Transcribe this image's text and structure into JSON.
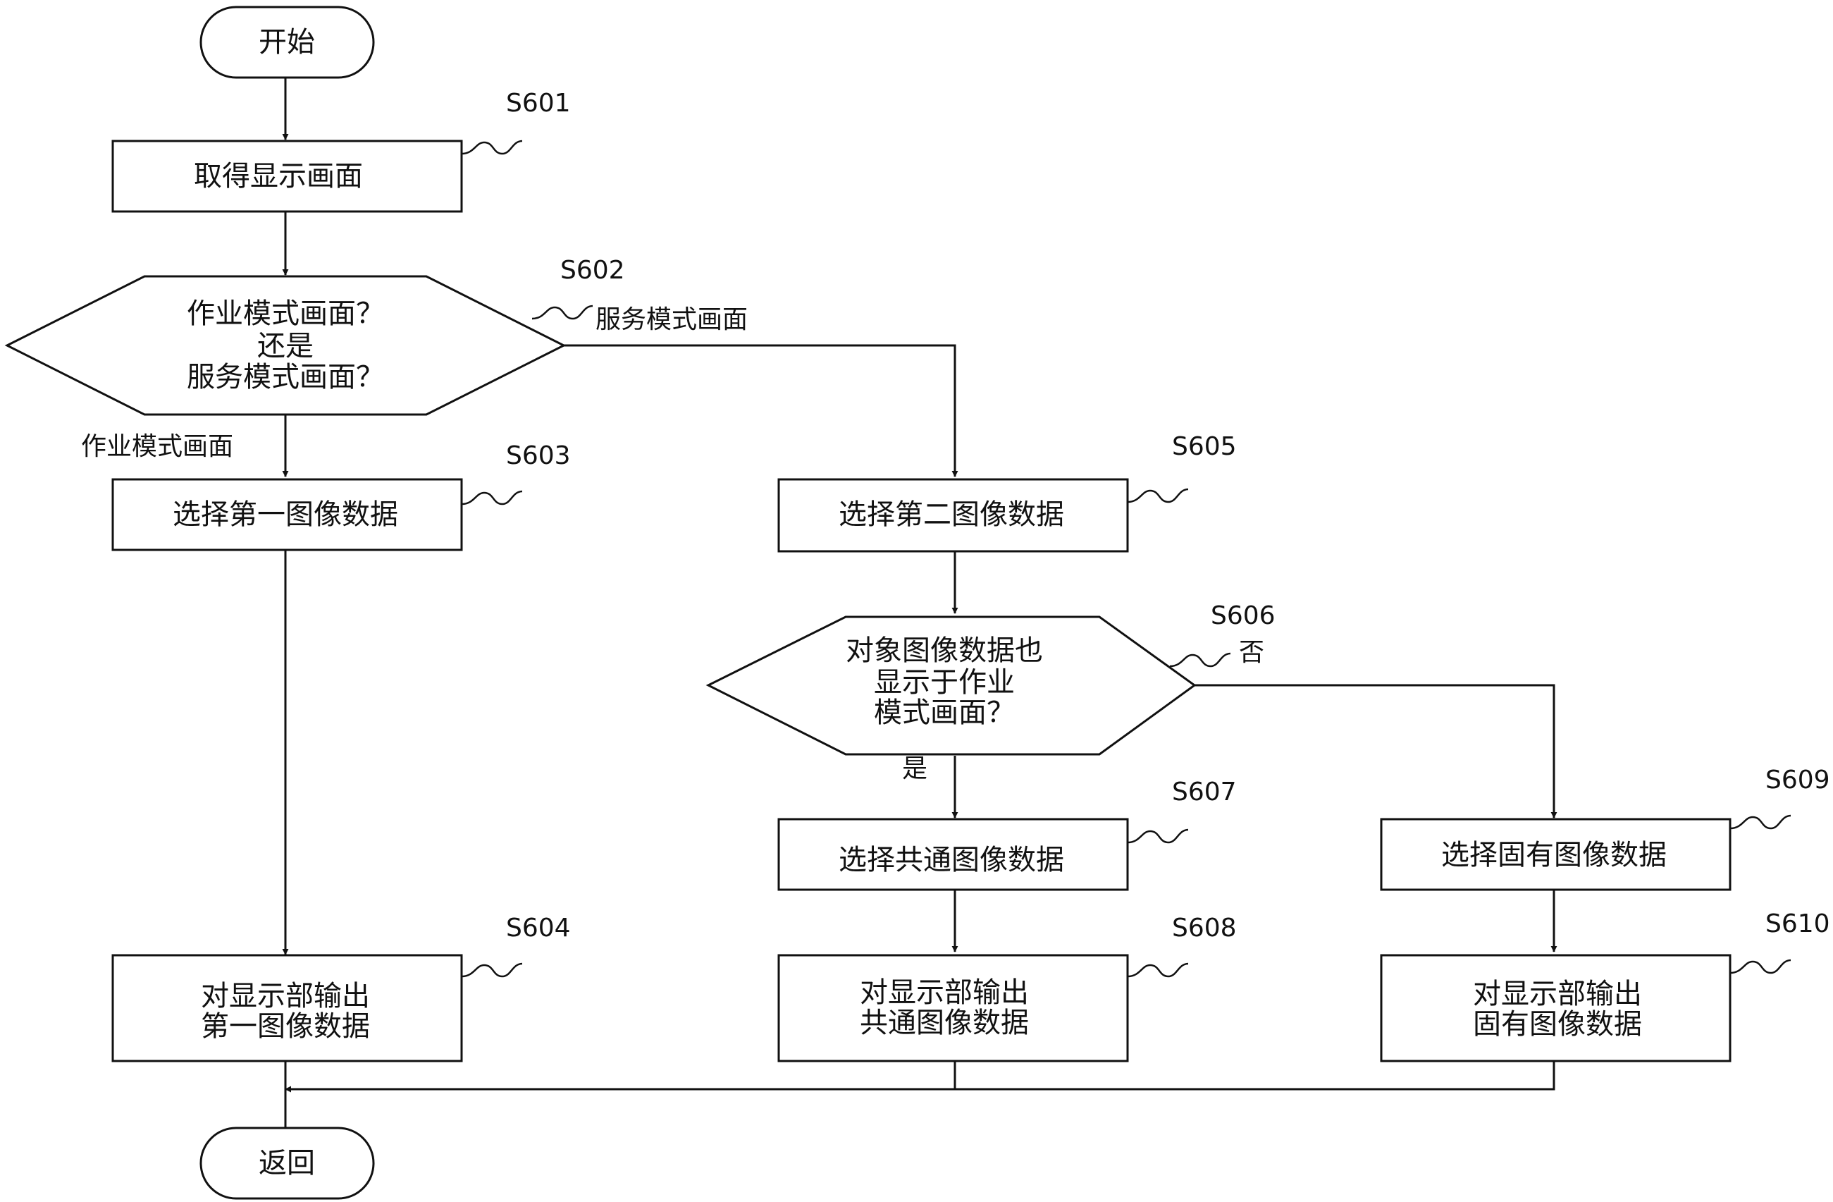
{
  "nodes": {
    "start": "开始",
    "s601": "取得显示画面",
    "s602": [
      "作业模式画面？",
      "还是",
      "服务模式画面？"
    ],
    "s603": "选择第一图像数据",
    "s604": [
      "对显示部输出",
      "第一图像数据"
    ],
    "s605": "选择第二图像数据",
    "s606": [
      "对象图像数据也",
      "显示于作业",
      "模式画面？"
    ],
    "s607": "选择共通图像数据",
    "s608": [
      "对显示部输出",
      "共通图像数据"
    ],
    "s609": "选择固有图像数据",
    "s610": [
      "对显示部输出",
      "固有图像数据"
    ],
    "end": "返回"
  },
  "step_ids": {
    "s601": "S601",
    "s602": "S602",
    "s603": "S603",
    "s604": "S604",
    "s605": "S605",
    "s606": "S606",
    "s607": "S607",
    "s608": "S608",
    "s609": "S609",
    "s610": "S610"
  },
  "branches": {
    "s602_service": "服务模式画面",
    "s602_work": "作业模式画面",
    "s606_no": "否",
    "s606_yes": "是"
  }
}
